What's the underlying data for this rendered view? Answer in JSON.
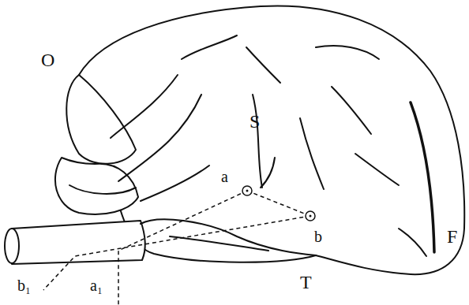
{
  "diagram": {
    "labels": [
      "O",
      "S",
      "a",
      "b",
      "F",
      "T",
      "b₁",
      "a₁"
    ]
  }
}
